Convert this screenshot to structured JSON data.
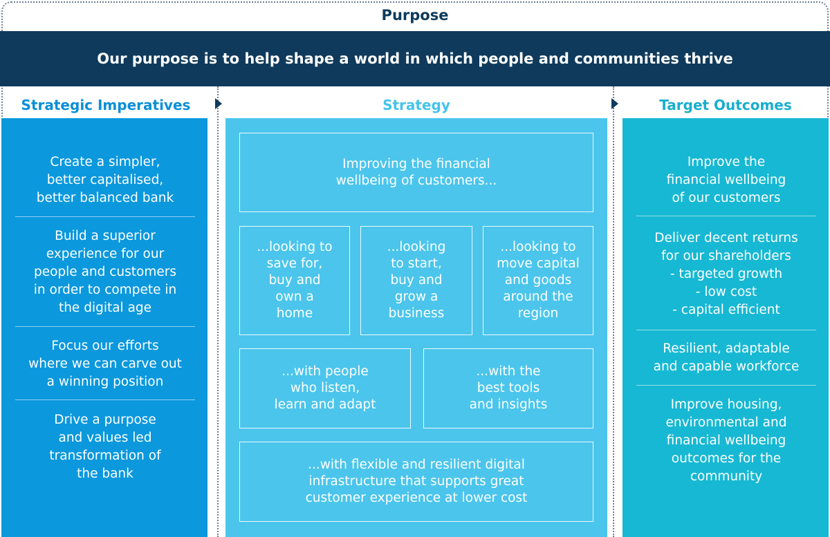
{
  "purpose": {
    "title": "Purpose",
    "statement": "Our purpose is to help shape a world in which people and communities thrive"
  },
  "columns": {
    "imperatives": {
      "heading": "Strategic Imperatives",
      "items": [
        "Create a simpler,\nbetter capitalised,\nbetter balanced bank",
        "Build a superior\nexperience for our\npeople and customers\nin order to compete in\nthe digital age",
        "Focus our efforts\nwhere we can carve out\na winning position",
        "Drive a purpose\nand values led\ntransformation of\nthe bank"
      ]
    },
    "strategy": {
      "heading": "Strategy",
      "main": "Improving the financial\nwellbeing of customers...",
      "row1": [
        "...looking to\nsave for,\nbuy and\nown a\nhome",
        "...looking\nto start,\nbuy and\ngrow a\nbusiness",
        "...looking to\nmove capital\nand goods\naround the\nregion"
      ],
      "row2": [
        "...with people\nwho listen,\nlearn and adapt",
        "...with the\nbest tools\nand insights"
      ],
      "bottom": "...with flexible and resilient digital\ninfrastructure that supports great\ncustomer experience at lower cost"
    },
    "outcomes": {
      "heading": "Target Outcomes",
      "items": [
        "Improve the\nfinancial wellbeing\nof our customers",
        "Deliver decent returns\nfor our shareholders\n- targeted growth\n- low cost\n- capital efficient",
        "Resilient, adaptable\nand capable workforce",
        "Improve housing,\nenvironmental and\nfinancial wellbeing\noutcomes for the\ncommunity"
      ]
    }
  },
  "colors": {
    "navy": "#0f3a5c",
    "imperatives_blue": "#0b98dd",
    "strategy_blue": "#4bc5ec",
    "outcomes_teal": "#17b8d3"
  }
}
